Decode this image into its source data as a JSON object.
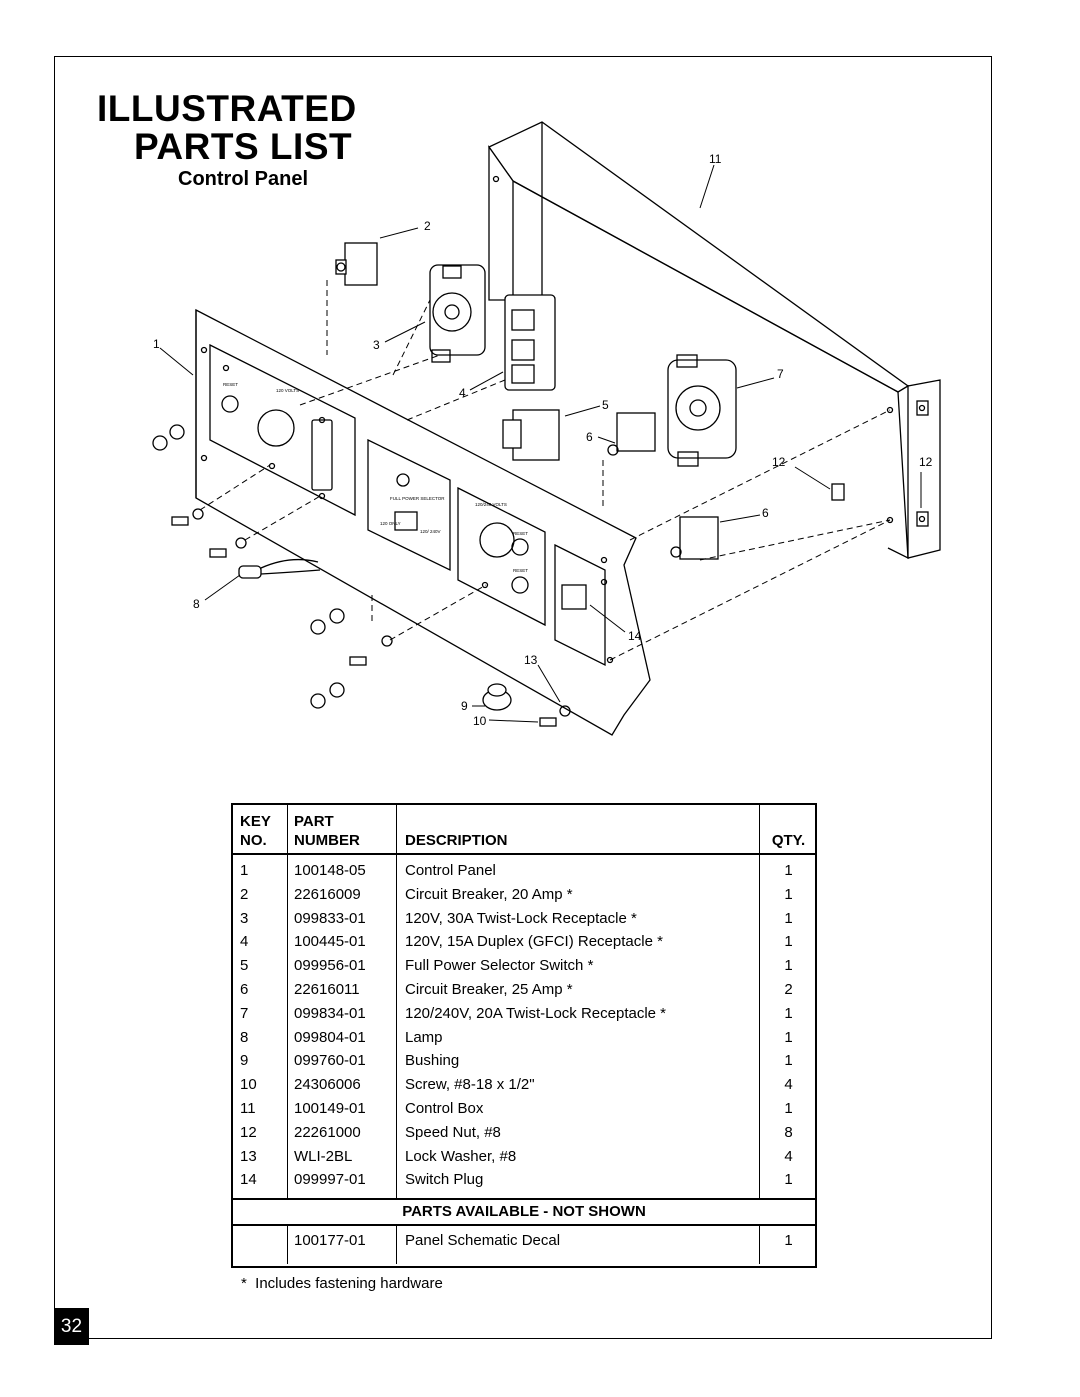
{
  "title": {
    "line1": "ILLUSTRATED",
    "line2": "PARTS LIST",
    "subtitle": "Control Panel"
  },
  "diagram": {
    "callouts": [
      "1",
      "2",
      "3",
      "4",
      "5",
      "6",
      "6",
      "7",
      "8",
      "9",
      "10",
      "11",
      "12",
      "12",
      "13",
      "14"
    ],
    "panel_labels": [
      "RESET",
      "120 VOLTS",
      "FULL POWER SELECTOR",
      "120 ONLY",
      "120/ 240V",
      "120/240 VOLTS",
      "RESET",
      "RESET"
    ]
  },
  "table": {
    "headers": {
      "key_line1": "KEY",
      "key_line2": "NO.",
      "part_line1": "PART",
      "part_line2": "NUMBER",
      "description": "DESCRIPTION",
      "qty": "QTY."
    },
    "rows": [
      {
        "key": "1",
        "part": "100148-05",
        "description": "Control Panel",
        "qty": "1"
      },
      {
        "key": "2",
        "part": "22616009",
        "description": "Circuit Breaker, 20 Amp *",
        "qty": "1"
      },
      {
        "key": "3",
        "part": "099833-01",
        "description": "120V, 30A Twist-Lock Receptacle *",
        "qty": "1"
      },
      {
        "key": "4",
        "part": "100445-01",
        "description": "120V, 15A Duplex (GFCI) Receptacle *",
        "qty": "1"
      },
      {
        "key": "5",
        "part": "099956-01",
        "description": "Full Power Selector Switch *",
        "qty": "1"
      },
      {
        "key": "6",
        "part": "22616011",
        "description": "Circuit Breaker, 25 Amp *",
        "qty": "2"
      },
      {
        "key": "7",
        "part": "099834-01",
        "description": "120/240V, 20A Twist-Lock Receptacle *",
        "qty": "1"
      },
      {
        "key": "8",
        "part": "099804-01",
        "description": "Lamp",
        "qty": "1"
      },
      {
        "key": "9",
        "part": "099760-01",
        "description": "Bushing",
        "qty": "1"
      },
      {
        "key": "10",
        "part": "24306006",
        "description": "Screw, #8-18 x 1/2\"",
        "qty": "4"
      },
      {
        "key": "11",
        "part": "100149-01",
        "description": "Control Box",
        "qty": "1"
      },
      {
        "key": "12",
        "part": "22261000",
        "description": "Speed Nut, #8",
        "qty": "8"
      },
      {
        "key": "13",
        "part": "WLI-2BL",
        "description": "Lock Washer, #8",
        "qty": "4"
      },
      {
        "key": "14",
        "part": "099997-01",
        "description": "Switch Plug",
        "qty": "1"
      }
    ],
    "section_title": "PARTS AVAILABLE - NOT SHOWN",
    "extra_rows": [
      {
        "key": "",
        "part": "100177-01",
        "description": "Panel Schematic Decal",
        "qty": "1"
      }
    ]
  },
  "footnote": "*  Includes fastening hardware",
  "page_number": "32"
}
